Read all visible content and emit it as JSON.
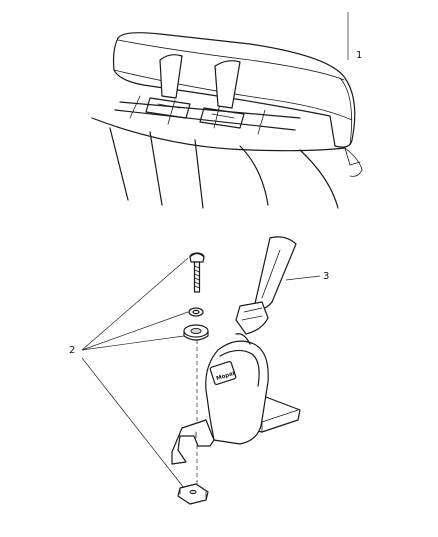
{
  "callouts": {
    "c1": "1",
    "c2": "2",
    "c3": "3"
  },
  "logo_text": "Mopar"
}
